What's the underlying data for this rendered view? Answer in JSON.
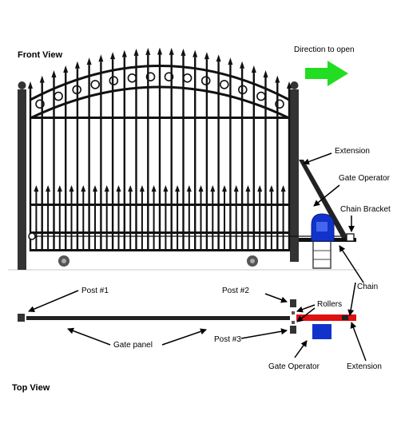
{
  "views": {
    "front": "Front View",
    "top": "Top View"
  },
  "direction": {
    "label": "Direction to open",
    "arrow_color": "#22dd22"
  },
  "labels": {
    "extension_top": "Extension",
    "gate_operator_top": "Gate Operator",
    "chain_bracket": "Chain Bracket",
    "chain": "Chain",
    "post1": "Post #1",
    "post2": "Post #2",
    "rollers": "Rollers",
    "gate_panel": "Gate panel",
    "post3": "Post #3",
    "gate_operator_bottom": "Gate Operator",
    "extension_bottom": "Extension"
  },
  "colors": {
    "operator": "#1133cc",
    "extension": "#dd1111",
    "metal": "#111111",
    "post": "#333333"
  }
}
